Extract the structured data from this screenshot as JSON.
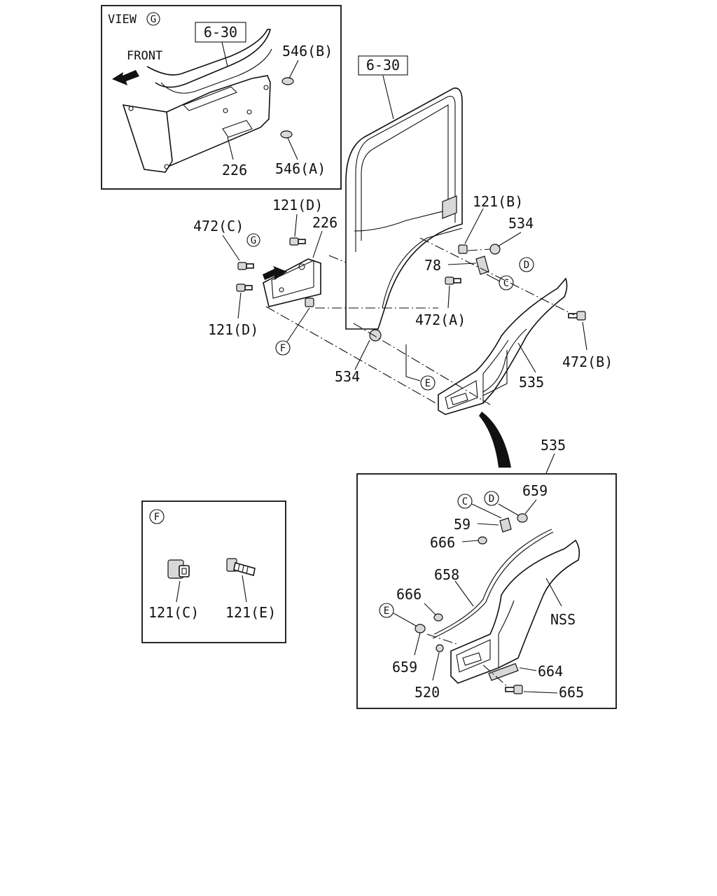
{
  "view_g": {
    "title": "VIEW",
    "marker": "G",
    "ref_box": "6-30",
    "front_label": "FRONT",
    "labels": {
      "p546b": "546(B)",
      "p546a": "546(A)",
      "p226": "226"
    }
  },
  "main": {
    "ref_box": "6-30",
    "labels": {
      "p121d_top": "121(D)",
      "p472c": "472(C)",
      "p226": "226",
      "p121d_bot": "121(D)",
      "p121b": "121(B)",
      "p534_top": "534",
      "p78": "78",
      "p472a": "472(A)",
      "p472b": "472(B)",
      "p534_bot": "534",
      "p535_fender": "535",
      "p535_detail": "535"
    },
    "markers": {
      "g": "G",
      "f": "F",
      "d": "D",
      "c": "C",
      "e": "E"
    }
  },
  "detail_f": {
    "marker": "F",
    "labels": {
      "p121c": "121(C)",
      "p121e": "121(E)"
    }
  },
  "detail_535": {
    "markers": {
      "c": "C",
      "d": "D",
      "e": "E"
    },
    "labels": {
      "p659_top": "659",
      "p59": "59",
      "p666_top": "666",
      "p658": "658",
      "p666_mid": "666",
      "nss": "NSS",
      "p659_bot": "659",
      "p664": "664",
      "p520": "520",
      "p665": "665"
    }
  }
}
